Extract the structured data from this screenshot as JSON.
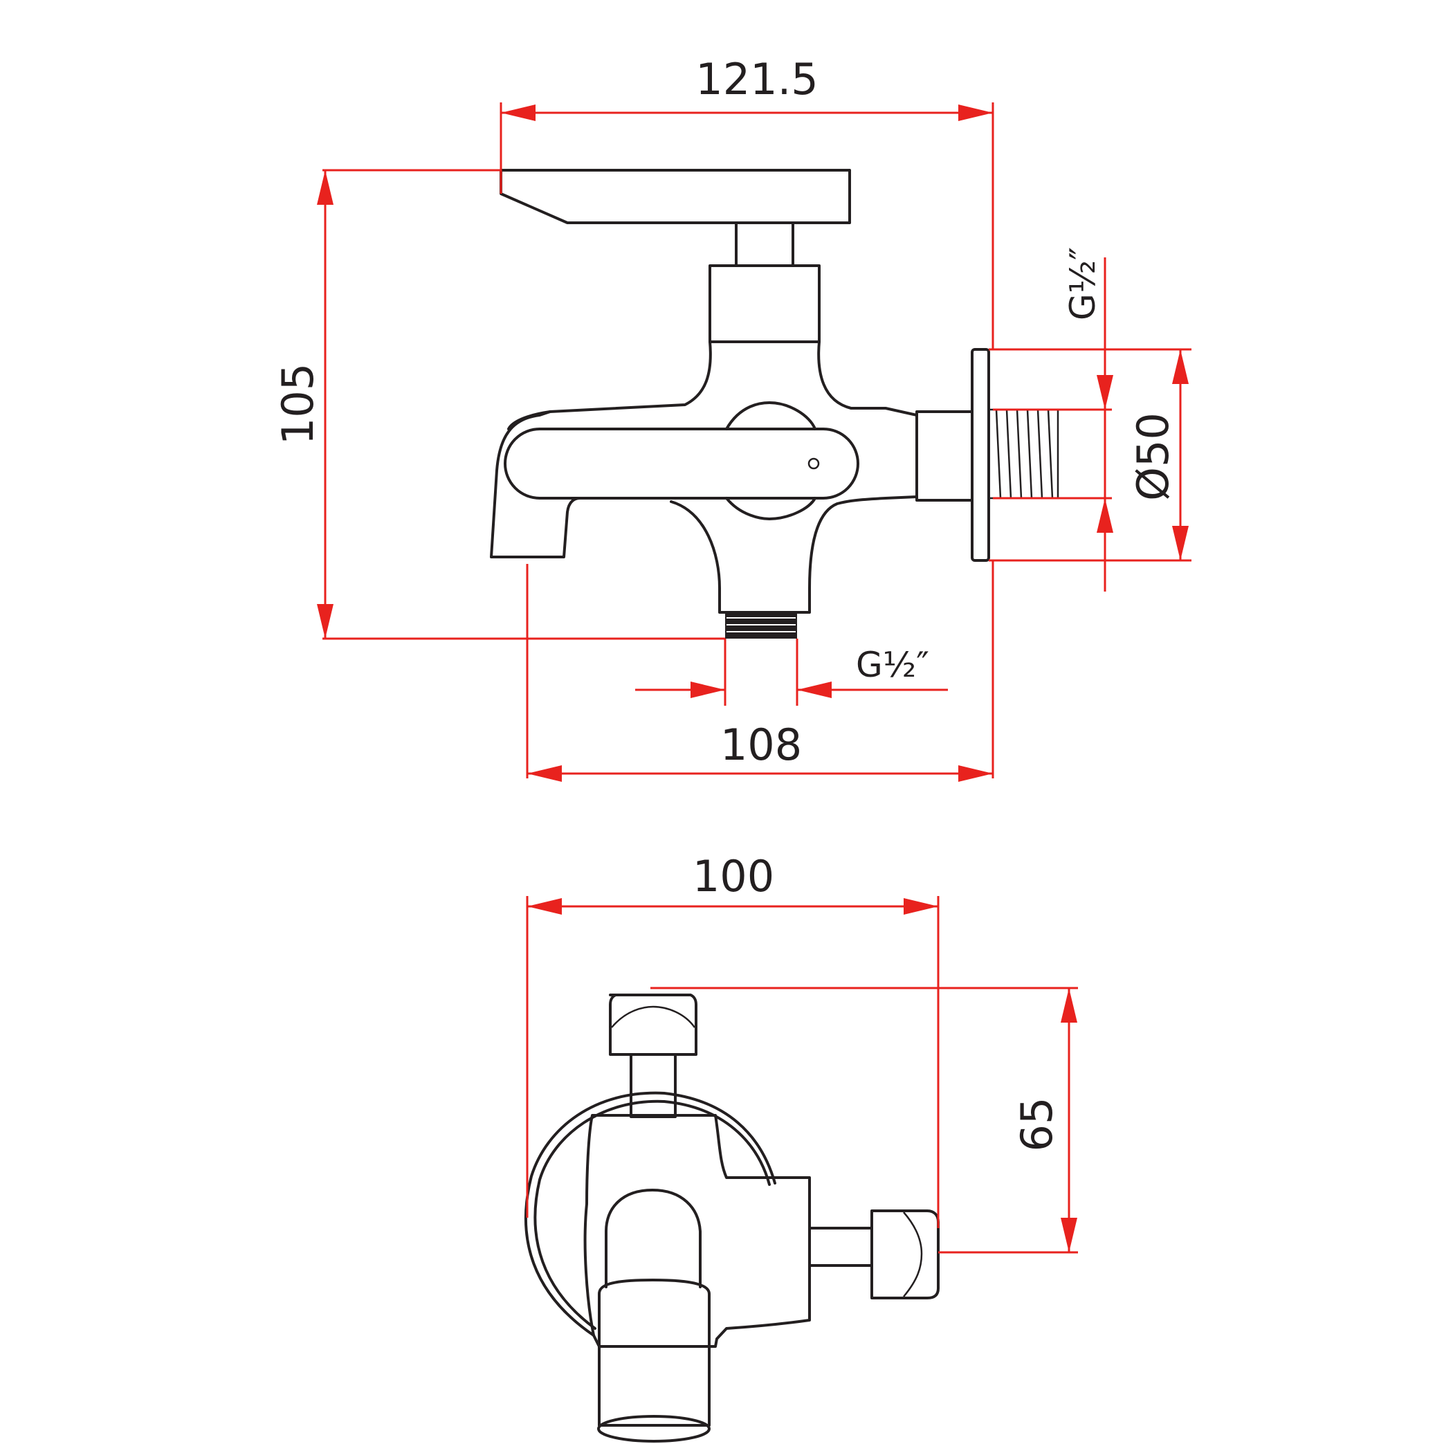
{
  "drawing": {
    "dim_width_total": "121.5",
    "dim_height": "105",
    "dim_inlet_thread": "G½″",
    "dim_flange_dia": "Ø50",
    "dim_outlet_thread": "G½″",
    "dim_spout_to_wall": "108",
    "dim_top_width": "100",
    "dim_top_depth": "65"
  },
  "colors": {
    "outline": "#231f20",
    "dimension": "#e8221e"
  }
}
